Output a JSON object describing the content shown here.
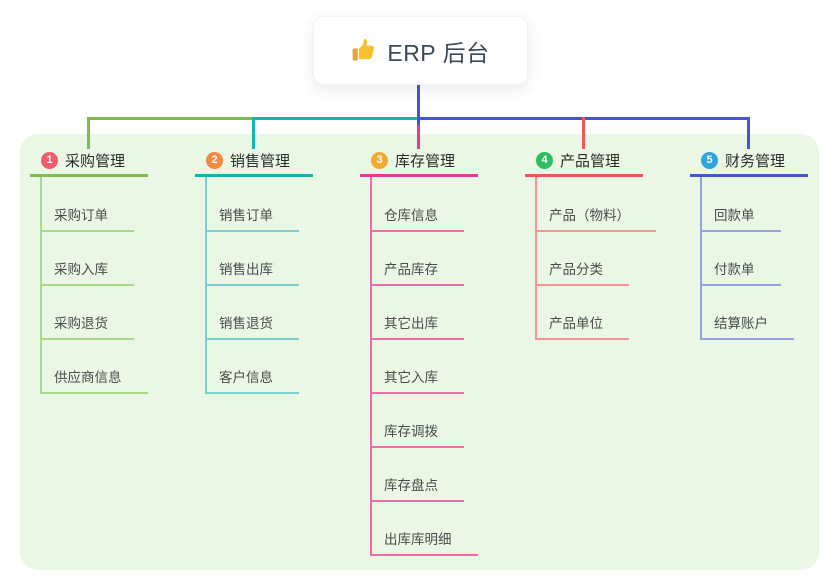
{
  "root_node": {
    "icon": "thumbs-up-icon",
    "title": "ERP 后台",
    "connector_color": "#4556c6"
  },
  "panel_color": "#eaf7e5",
  "branches": [
    {
      "badge": "1",
      "label": "采购管理",
      "badge_color": "#ee5d6e",
      "line_color": "#7dbd4b",
      "child_line_color": "#a8d88a",
      "children": [
        "采购订单",
        "采购入库",
        "采购退货",
        "供应商信息"
      ]
    },
    {
      "badge": "2",
      "label": "销售管理",
      "badge_color": "#f6883f",
      "line_color": "#16b6ae",
      "child_line_color": "#79d3cb",
      "children": [
        "销售订单",
        "销售出库",
        "销售退货",
        "客户信息"
      ]
    },
    {
      "badge": "3",
      "label": "库存管理",
      "badge_color": "#f0ab33",
      "line_color": "#e23b93",
      "child_line_color": "#ee6ba8",
      "children": [
        "仓库信息",
        "产品库存",
        "其它出库",
        "其它入库",
        "库存调拨",
        "库存盘点",
        "出库库明细"
      ]
    },
    {
      "badge": "4",
      "label": "产品管理",
      "badge_color": "#2fbd61",
      "line_color": "#f15658",
      "child_line_color": "#f49495",
      "children": [
        "产品（物料）",
        "产品分类",
        "产品单位"
      ]
    },
    {
      "badge": "5",
      "label": "财务管理",
      "badge_color": "#2fa5dd",
      "line_color": "#4556c6",
      "child_line_color": "#93a4e4",
      "children": [
        "回款单",
        "付款单",
        "结算账户"
      ]
    }
  ]
}
